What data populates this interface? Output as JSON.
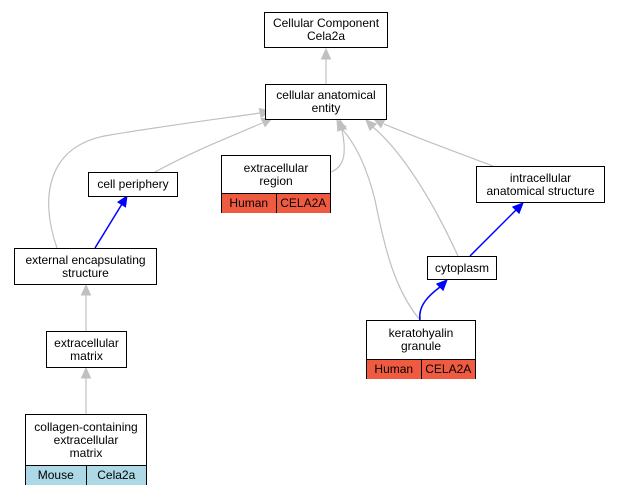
{
  "diagram": {
    "colors": {
      "is_a_edge": "#c0c0c0",
      "part_of_edge": "#0000ff",
      "human_annotation": "#f05a40",
      "mouse_annotation": "#add8e6"
    },
    "nodes": {
      "cellular_component_cela2a": {
        "lines": [
          "Cellular Component",
          "Cela2a"
        ]
      },
      "cellular_anatomical_entity": {
        "lines": [
          "cellular anatomical",
          "entity"
        ]
      },
      "cell_periphery": {
        "lines": [
          "cell periphery"
        ]
      },
      "extracellular_region": {
        "lines": [
          "extracellular",
          "region"
        ],
        "annotation": {
          "organism": "Human",
          "gene": "CELA2A"
        }
      },
      "intracellular_anatomical_structure": {
        "lines": [
          "intracellular",
          "anatomical structure"
        ]
      },
      "external_encapsulating_structure": {
        "lines": [
          "external encapsulating",
          "structure"
        ]
      },
      "cytoplasm": {
        "lines": [
          "cytoplasm"
        ]
      },
      "extracellular_matrix": {
        "lines": [
          "extracellular",
          "matrix"
        ]
      },
      "keratohyalin_granule": {
        "lines": [
          "keratohyalin",
          "granule"
        ],
        "annotation": {
          "organism": "Human",
          "gene": "CELA2A"
        }
      },
      "collagen_containing_extracellular_matrix": {
        "lines": [
          "collagen-containing",
          "extracellular",
          "matrix"
        ],
        "annotation": {
          "organism": "Mouse",
          "gene": "Cela2a"
        }
      }
    },
    "edges": [
      {
        "from": "cellular_anatomical_entity",
        "to": "cellular_component_cela2a",
        "relation": "is_a"
      },
      {
        "from": "cell_periphery",
        "to": "cellular_anatomical_entity",
        "relation": "is_a"
      },
      {
        "from": "extracellular_region",
        "to": "cellular_anatomical_entity",
        "relation": "is_a"
      },
      {
        "from": "intracellular_anatomical_structure",
        "to": "cellular_anatomical_entity",
        "relation": "is_a"
      },
      {
        "from": "external_encapsulating_structure",
        "to": "cellular_anatomical_entity",
        "relation": "is_a"
      },
      {
        "from": "external_encapsulating_structure",
        "to": "cell_periphery",
        "relation": "part_of"
      },
      {
        "from": "cytoplasm",
        "to": "cellular_anatomical_entity",
        "relation": "is_a"
      },
      {
        "from": "cytoplasm",
        "to": "intracellular_anatomical_structure",
        "relation": "part_of"
      },
      {
        "from": "extracellular_matrix",
        "to": "external_encapsulating_structure",
        "relation": "is_a"
      },
      {
        "from": "keratohyalin_granule",
        "to": "cellular_anatomical_entity",
        "relation": "is_a"
      },
      {
        "from": "keratohyalin_granule",
        "to": "cytoplasm",
        "relation": "part_of"
      },
      {
        "from": "collagen_containing_extracellular_matrix",
        "to": "extracellular_matrix",
        "relation": "is_a"
      }
    ]
  }
}
